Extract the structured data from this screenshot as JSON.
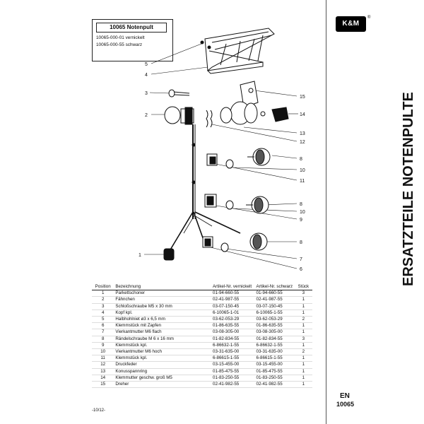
{
  "product": {
    "title": "10065 Notenpult",
    "variants": [
      "10065-000-01 vernickelt",
      "10065-000-55 schwarz"
    ]
  },
  "callouts": [
    {
      "n": "5"
    },
    {
      "n": "4"
    },
    {
      "n": "3"
    },
    {
      "n": "2"
    },
    {
      "n": "15"
    },
    {
      "n": "14"
    },
    {
      "n": "13"
    },
    {
      "n": "12"
    },
    {
      "n": "8"
    },
    {
      "n": "10"
    },
    {
      "n": "11"
    },
    {
      "n": "8"
    },
    {
      "n": "10"
    },
    {
      "n": "9"
    },
    {
      "n": "8"
    },
    {
      "n": "7"
    },
    {
      "n": "6"
    },
    {
      "n": "1"
    }
  ],
  "table": {
    "headers": {
      "position": "Position",
      "description": "Bezeichnung",
      "nickel": "Artikel-Nr. vernickelt",
      "black": "Artikel-Nr. schwarz",
      "qty": "Stück"
    },
    "rows": [
      {
        "pos": "1",
        "desc": "Parkettschoner",
        "nickel": "01-94-660-55",
        "black": "01-94-660-55",
        "qty": "3"
      },
      {
        "pos": "2",
        "desc": "Fähnchen",
        "nickel": "02-41-987-55",
        "black": "02-41-987-55",
        "qty": "1"
      },
      {
        "pos": "3",
        "desc": "Schloßschraube M5 x 30 mm",
        "nickel": "03-07-150-45",
        "black": "03-07-150-45",
        "qty": "1"
      },
      {
        "pos": "4",
        "desc": "Kopf kpl.",
        "nickel": "6-10065-1-01",
        "black": "6-10065-1-55",
        "qty": "1"
      },
      {
        "pos": "5",
        "desc": "Halbhohlniet ø3 x 6,5 mm",
        "nickel": "03-62-053-29",
        "black": "03-62-053-29",
        "qty": "2"
      },
      {
        "pos": "6",
        "desc": "Klemmstück mit Zapfen",
        "nickel": "01-86-635-55",
        "black": "01-86-635-55",
        "qty": "1"
      },
      {
        "pos": "7",
        "desc": "Vierkantmutter M6 flach",
        "nickel": "03-08-305-00",
        "black": "03-08-305-00",
        "qty": "1"
      },
      {
        "pos": "8",
        "desc": "Rändelschraube M 6 x 16 mm",
        "nickel": "01-82-834-55",
        "black": "01-82-834-55",
        "qty": "3"
      },
      {
        "pos": "9",
        "desc": "Klemmstück kpl.",
        "nickel": "6-86632-1-55",
        "black": "6-86632-1-55",
        "qty": "1"
      },
      {
        "pos": "10",
        "desc": "Vierkantmutter M6 hoch",
        "nickel": "03-31-635-00",
        "black": "03-31-635-00",
        "qty": "2"
      },
      {
        "pos": "11",
        "desc": "Klemmstück kpl.",
        "nickel": "6-86615-1-55",
        "black": "6-86615-1-55",
        "qty": "1"
      },
      {
        "pos": "12",
        "desc": "Druckfeder",
        "nickel": "03-15-455-00",
        "black": "03-15-455-00",
        "qty": "1"
      },
      {
        "pos": "13",
        "desc": "Konusspannring",
        "nickel": "01-85-475-55",
        "black": "01-85-475-55",
        "qty": "1"
      },
      {
        "pos": "14",
        "desc": "Klemmutter geschw. groß M5",
        "nickel": "01-83-250-55",
        "black": "01-83-250-55",
        "qty": "1"
      },
      {
        "pos": "15",
        "desc": "Dreher",
        "nickel": "02-41-982-55",
        "black": "02-41-982-55",
        "qty": "1"
      }
    ]
  },
  "page_number": "-10/12-",
  "sidebar": {
    "logo": "K&M",
    "logo_mark": "®",
    "title": "ERSATZTEILE NOTENPULTE",
    "lang": "EN",
    "sku": "10065"
  }
}
